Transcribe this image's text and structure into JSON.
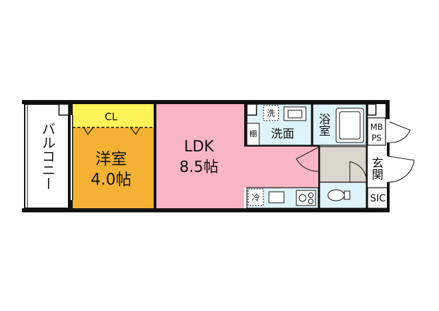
{
  "rooms": {
    "balcony": "バルコニー",
    "closet": "CL",
    "western_room": "洋室",
    "western_room_size": "4.0帖",
    "ldk": "LDK",
    "ldk_size": "8.5帖",
    "washroom": "洗面",
    "bathroom": "浴室",
    "entrance": "玄関",
    "mb_ps_line1": "MB",
    "mb_ps_line2": "PS",
    "sic": "SIC"
  },
  "symbols": {
    "washing_machine": "洗",
    "shelf": "棚",
    "refrigerator": "冷"
  },
  "colors": {
    "western_room": "#f3b233",
    "closet": "#fff35a",
    "ldk": "#f8b5c3",
    "washroom": "#dff3fb",
    "bathroom": "#dff3fb",
    "toilet": "#dff3fb",
    "kitchen": "#dff3fb",
    "entrance": "#dcd6cc",
    "wall": "#111111"
  },
  "icons": [
    "washing-machine-icon",
    "toilet-icon",
    "sink-icon",
    "bathtub-icon",
    "stove-icon",
    "door-swing-icon"
  ]
}
